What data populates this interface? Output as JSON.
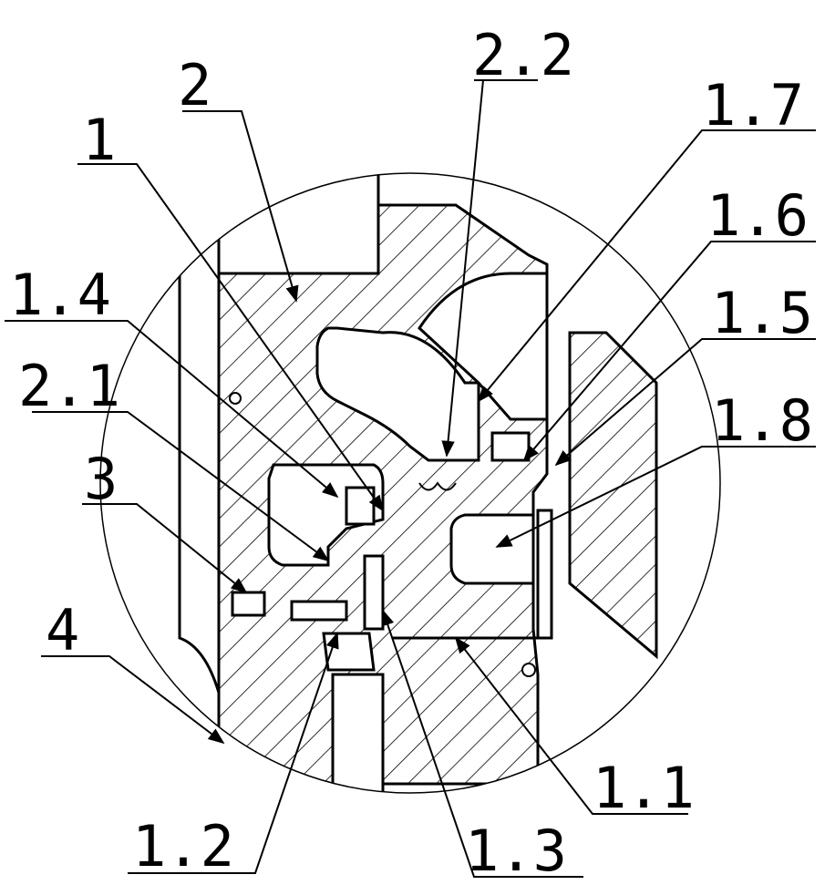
{
  "title": "Sectional detail drawing with part callouts",
  "labels": {
    "l2": "2",
    "l2_2": "2.2",
    "l1_7": "1.7",
    "l1": "1",
    "l1_6": "1.6",
    "l1_4": "1.4",
    "l1_5": "1.5",
    "l2_1": "2.1",
    "l1_8": "1.8",
    "l3": "3",
    "l4": "4",
    "l1_2": "1.2",
    "l1_3": "1.3",
    "l1_1": "1.1"
  }
}
